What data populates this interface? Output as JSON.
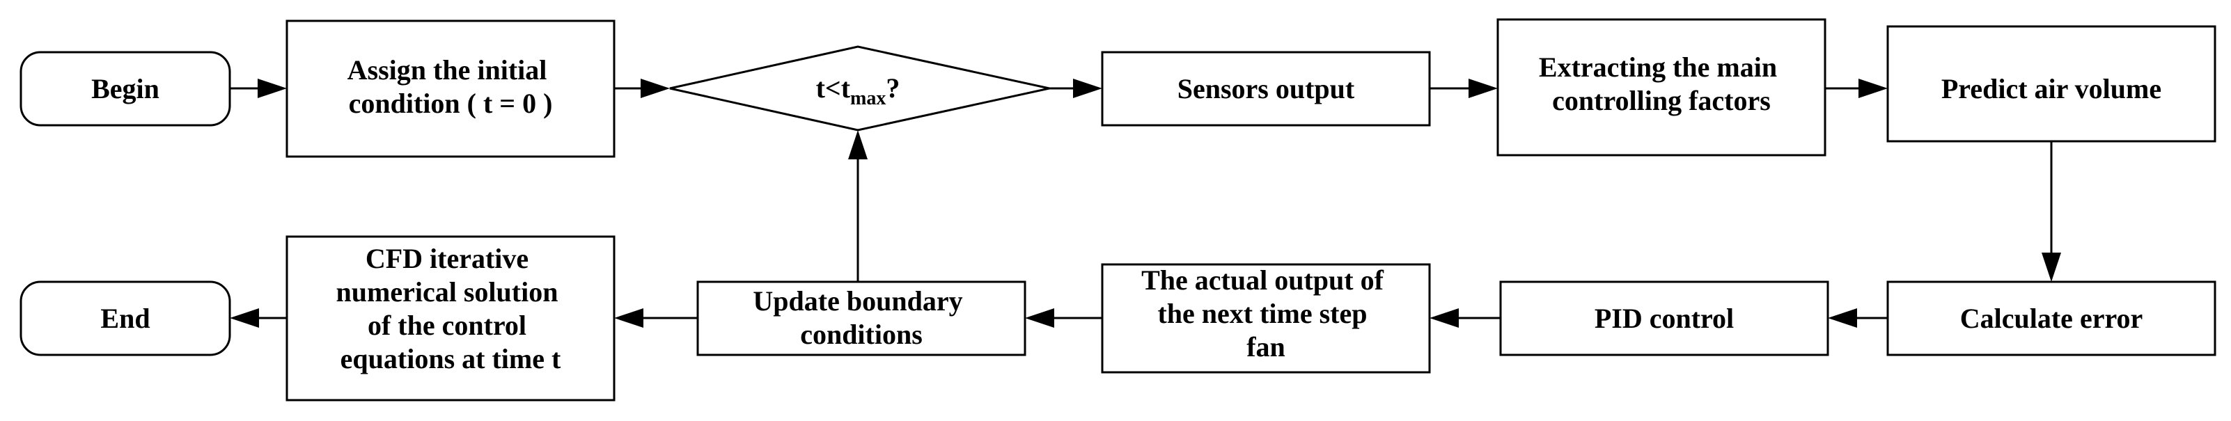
{
  "nodes": {
    "begin": {
      "lines": [
        "Begin"
      ]
    },
    "assign": {
      "lines": [
        "Assign the initial",
        "condition ( t = 0 )"
      ]
    },
    "decision": {
      "base": "t<t",
      "sub": "max",
      "suffix": "?"
    },
    "sensors": {
      "lines": [
        "Sensors output"
      ]
    },
    "extract": {
      "lines": [
        "Extracting the main",
        "controlling factors"
      ]
    },
    "predict": {
      "lines": [
        "Predict air volume"
      ]
    },
    "calc_error": {
      "lines": [
        "Calculate error"
      ]
    },
    "pid": {
      "lines": [
        "PID control"
      ]
    },
    "actual_output": {
      "lines": [
        "The actual output of",
        "the next time step",
        "fan"
      ]
    },
    "update": {
      "lines": [
        "Update boundary",
        "conditions"
      ]
    },
    "cfd": {
      "lines": [
        "CFD iterative",
        "numerical solution",
        "of the control",
        "equations at time t"
      ]
    },
    "end": {
      "lines": [
        "End"
      ]
    }
  }
}
